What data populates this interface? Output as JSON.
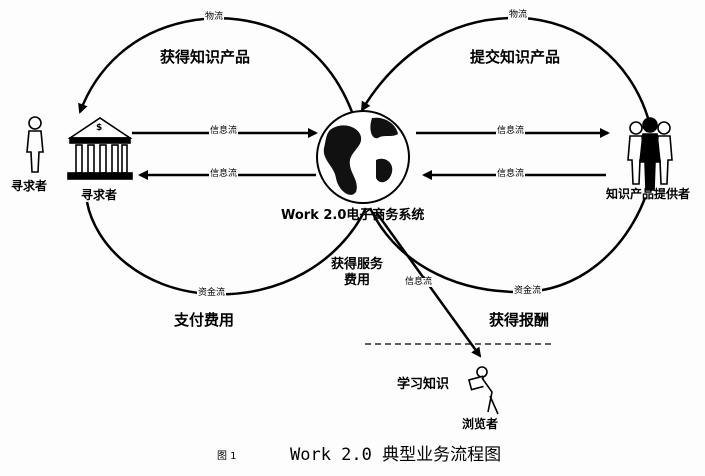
{
  "top_left_flow": "物流",
  "top_right_flow": "物流",
  "label_get_product": "获得知识产品",
  "label_submit_product": "提交知识产品",
  "info_flow_labels": [
    "信息流",
    "信息流",
    "信息流",
    "信息流",
    "信息流"
  ],
  "capital_flow_left": "资金流",
  "capital_flow_right": "资金流",
  "seeker_person_label": "寻求者",
  "seeker_bank_label": "寻求者",
  "bank_symbol": "$",
  "provider_label": "知识产品提供者",
  "center_system_label": "Work 2.0电子商务系统",
  "service_fee_label": [
    "获得服务",
    "费用"
  ],
  "pay_fee_label": "支付费用",
  "get_reward_label": "获得报酬",
  "learn_label": "学习知识",
  "browser_label": "浏览者",
  "figure_number": "图 1",
  "caption": "Work 2.0 典型业务流程图",
  "icons": [
    "person-icon",
    "bank-icon",
    "globe-icon",
    "group-icon",
    "reader-icon"
  ]
}
